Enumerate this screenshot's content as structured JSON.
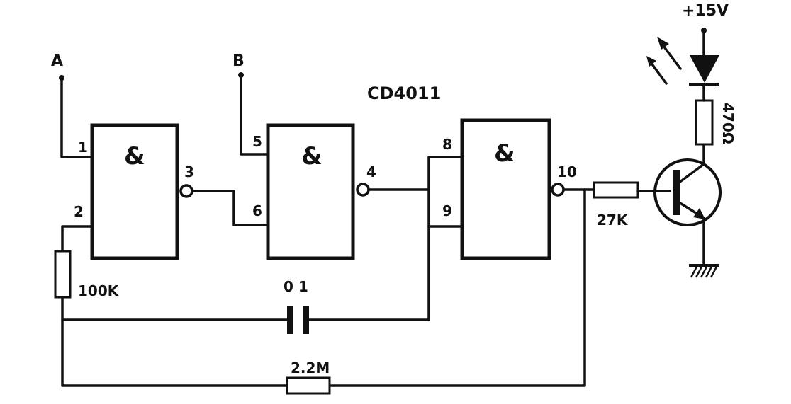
{
  "ic": "CD4011",
  "inputs": {
    "a": "A",
    "b": "B"
  },
  "gates": [
    {
      "symbol": "&",
      "pins": {
        "in1": "1",
        "in2": "2",
        "out": "3"
      }
    },
    {
      "symbol": "&",
      "pins": {
        "in1": "5",
        "in2": "6",
        "out": "4"
      }
    },
    {
      "symbol": "&",
      "pins": {
        "in1": "8",
        "in2": "9",
        "out": "10"
      }
    }
  ],
  "components": {
    "r_timing": "100K",
    "capacitor": "0 1",
    "r_feedback": "2.2M",
    "r_base": "27K",
    "r_led": "470Ω",
    "supply": "+15V"
  }
}
